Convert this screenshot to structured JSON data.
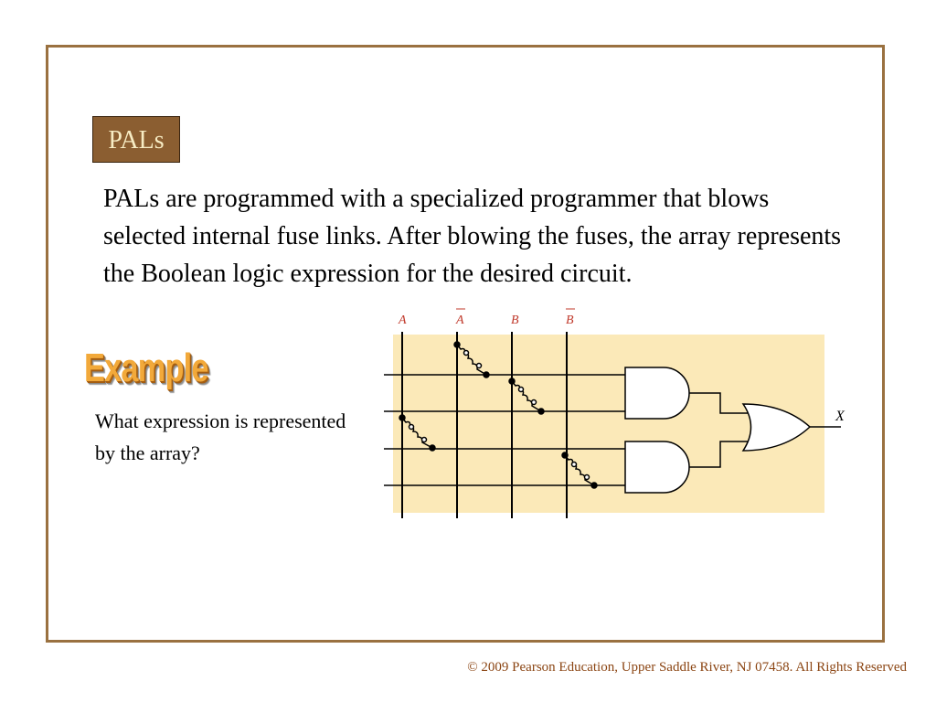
{
  "slide": {
    "title": "PALs",
    "body": "PALs are programmed with a specialized programmer that blows selected internal fuse links. After blowing the fuses, the array represents the Boolean logic expression for the desired circuit.",
    "example_label": "Example",
    "question": "What expression is represented by the array?",
    "footer": "© 2009 Pearson Education, Upper Saddle River, NJ 07458. All Rights Reserved"
  },
  "diagram": {
    "inputs": [
      "A",
      "A",
      "B",
      "B"
    ],
    "inputs_inverted": [
      false,
      true,
      false,
      true
    ],
    "output_label": "X",
    "colors": {
      "array_background": "#fbe9b8",
      "input_label": "#c0392b",
      "lines": "#000000"
    }
  }
}
